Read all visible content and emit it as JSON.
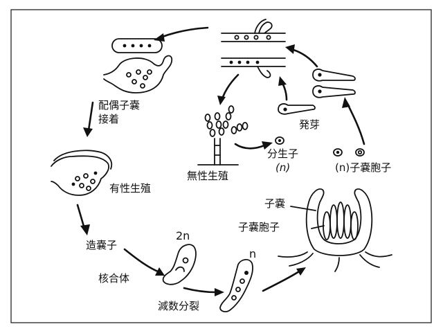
{
  "labels": {
    "gametangia": "配偶子嚢",
    "contact": "接着",
    "plasmogamy": "有性生殖",
    "zygote_maker": "造嚢子",
    "karyogamy": "核合体",
    "meiosis": "減数分裂",
    "ploidy_2n": "2n",
    "ploidy_n": "n",
    "asexual": "無性生殖",
    "conidia": "分生子",
    "conidia_ploidy": "(n)",
    "germination": "発芽",
    "ascospore_top": "(n)子嚢胞子",
    "ascus": "子嚢",
    "ascospore": "子嚢胞子"
  }
}
